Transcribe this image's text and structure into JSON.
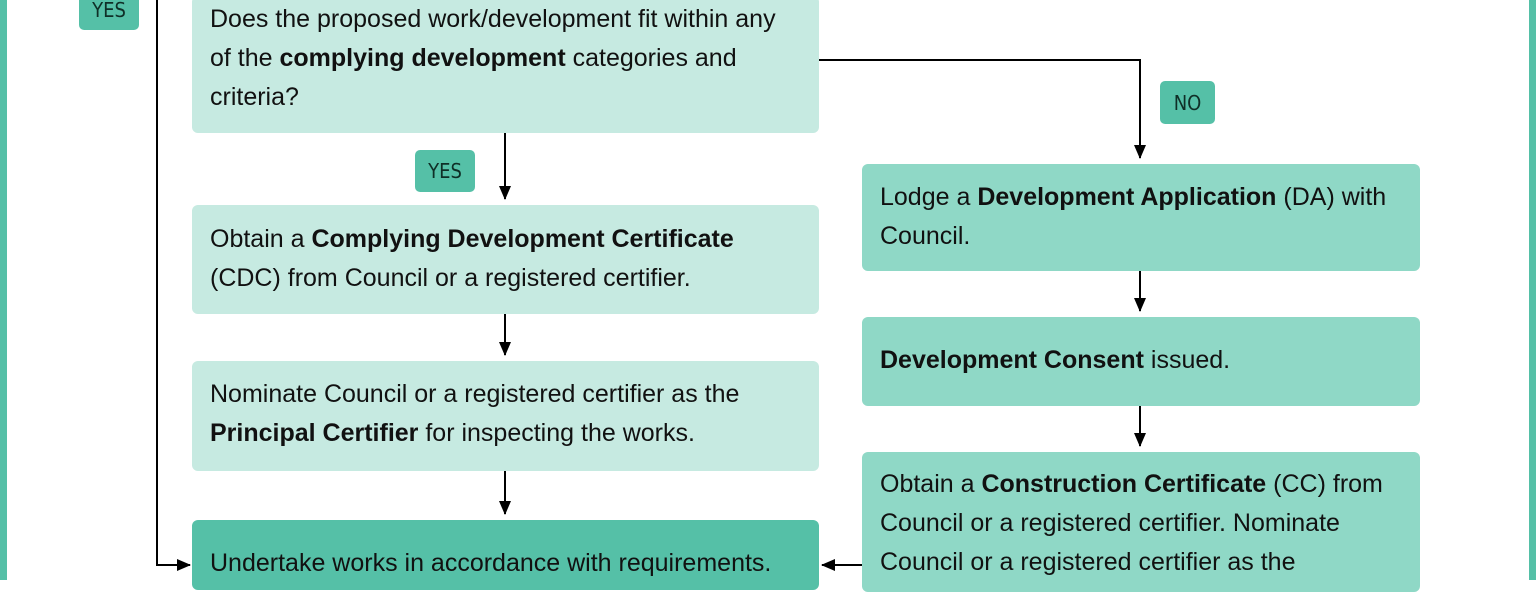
{
  "tags": {
    "yes_top": "YES",
    "yes_mid": "YES",
    "no": "NO"
  },
  "boxes": {
    "question": {
      "t1": "Does the proposed work/development fit within any of the ",
      "b1": "complying development",
      "t2": " categories and criteria?"
    },
    "cdc": {
      "t1": "Obtain a ",
      "b1": "Complying Development Certificate",
      "t2": " (CDC) from Council or a registered certifier."
    },
    "nominate": {
      "t1": "Nominate Council or a registered certifier as the ",
      "b1": "Principal Certifier",
      "t2": " for inspecting the works."
    },
    "undertake": {
      "t1": "Undertake works in accordance with requirements."
    },
    "da": {
      "t1": "Lodge a ",
      "b1": "Development Application",
      "t2": " (DA) with Council."
    },
    "consent": {
      "b1": "Development Consent",
      "t2": " issued."
    },
    "cc": {
      "t1": "Obtain a ",
      "b1": "Construction Certificate",
      "t2": " (CC) from Council or a registered certifier. Nominate Council or a registered certifier as the"
    }
  },
  "colors": {
    "frame": "#55c0a7",
    "box_light": "#c6eae1",
    "box_mid": "#8fd8c6",
    "box_dark": "#55c0a7",
    "line": "#000000"
  }
}
